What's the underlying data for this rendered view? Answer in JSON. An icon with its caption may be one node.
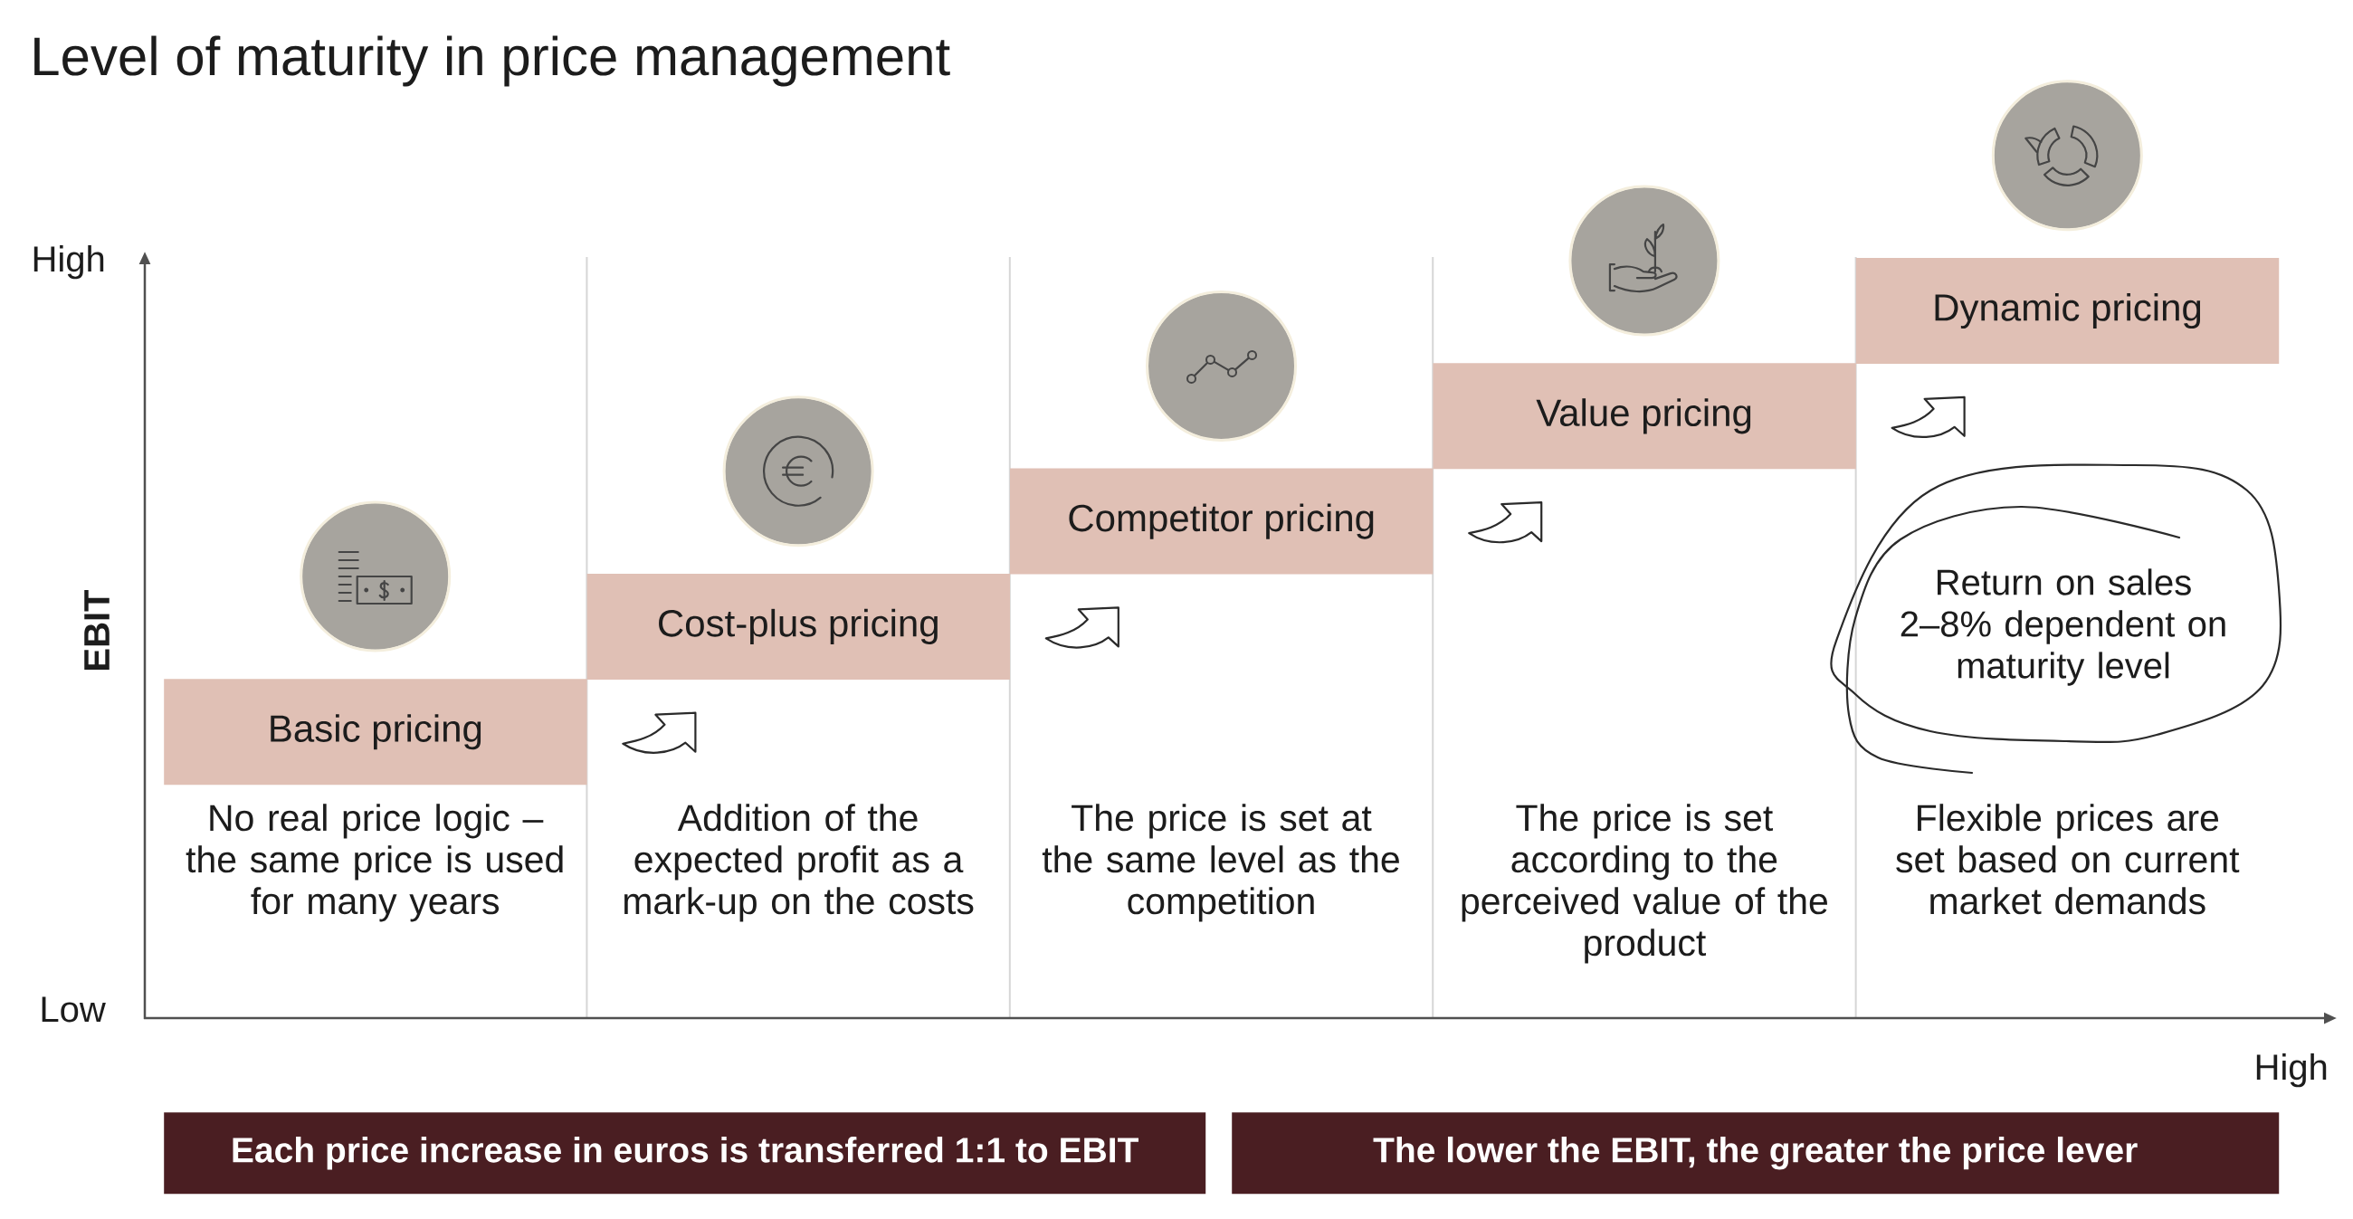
{
  "diagram": {
    "title": "Level of maturity in price management",
    "nodes": [
      {
        "text": [
          "Basic pricing"
        ]
      },
      {
        "text": [
          "Cost-plus pricing"
        ]
      },
      {
        "text": [
          "Competitor pricing"
        ]
      },
      {
        "text": [
          "Value pricing"
        ]
      },
      {
        "text": [
          "Dynamic pricing"
        ]
      },
      {
        "text": [
          "Return on sales 2–8% dependent on maturity level"
        ]
      },
      {
        "text": [
          "Each price increase in euros is transferred 1:1 to EBIT"
        ]
      },
      {
        "text": [
          "The lower the EBIT, the greater the price lever"
        ]
      }
    ],
    "labels": [
      "High",
      "EBIT",
      "No real price logic – the same price is used for many years",
      "Addition of the expected profit as a mark-up on the costs",
      "The price is set at the same level as the competition",
      "The price is set according to the perceived value of the product",
      "Flexible prices are set based on current market demands",
      "Low",
      "High"
    ]
  }
}
